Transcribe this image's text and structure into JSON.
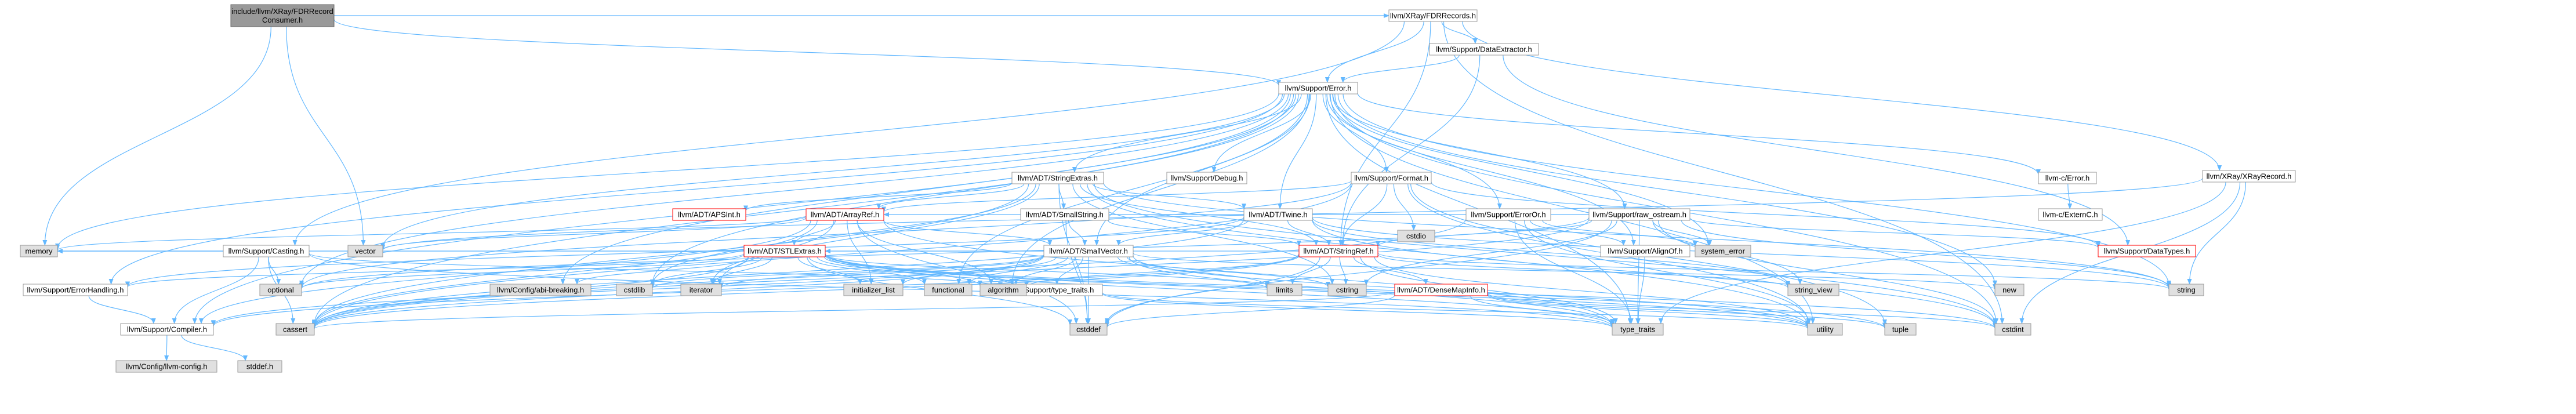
{
  "graph": {
    "title": "",
    "colors": {
      "edge": "#63b8ff",
      "node_border": "#999999",
      "node_fill": "#ffffff",
      "focus_fill": "#999999",
      "focus_border": "#666666",
      "external_fill": "#e0e0e0",
      "truncated_border": "#ff0000",
      "text": "#000000"
    },
    "nodes": [
      {
        "id": "consumer",
        "label": "include/llvm/XRay/FDRRecord\nConsumer.h",
        "style": "focus"
      },
      {
        "id": "fdrrecords",
        "label": "llvm/XRay/FDRRecords.h",
        "style": "normal"
      },
      {
        "id": "dataextractor",
        "label": "llvm/Support/DataExtractor.h",
        "style": "normal"
      },
      {
        "id": "xrayrecord",
        "label": "llvm/XRay/XRayRecord.h",
        "style": "normal"
      },
      {
        "id": "error",
        "label": "llvm/Support/Error.h",
        "style": "normal"
      },
      {
        "id": "stringextras",
        "label": "llvm/ADT/StringExtras.h",
        "style": "normal"
      },
      {
        "id": "debug",
        "label": "llvm/Support/Debug.h",
        "style": "normal"
      },
      {
        "id": "format",
        "label": "llvm/Support/Format.h",
        "style": "normal"
      },
      {
        "id": "cerror",
        "label": "llvm-c/Error.h",
        "style": "normal"
      },
      {
        "id": "cexternc",
        "label": "llvm-c/ExternC.h",
        "style": "normal"
      },
      {
        "id": "apsint",
        "label": "llvm/ADT/APSInt.h",
        "style": "truncated"
      },
      {
        "id": "arrayref",
        "label": "llvm/ADT/ArrayRef.h",
        "style": "truncated"
      },
      {
        "id": "smallstring",
        "label": "llvm/ADT/SmallString.h",
        "style": "normal"
      },
      {
        "id": "twine",
        "label": "llvm/ADT/Twine.h",
        "style": "normal"
      },
      {
        "id": "erroror",
        "label": "llvm/Support/ErrorOr.h",
        "style": "normal"
      },
      {
        "id": "rawostream",
        "label": "llvm/Support/raw_ostream.h",
        "style": "normal"
      },
      {
        "id": "casting",
        "label": "llvm/Support/Casting.h",
        "style": "normal"
      },
      {
        "id": "stlextras",
        "label": "llvm/ADT/STLExtras.h",
        "style": "truncated"
      },
      {
        "id": "smallvector",
        "label": "llvm/ADT/SmallVector.h",
        "style": "normal"
      },
      {
        "id": "stringref",
        "label": "llvm/ADT/StringRef.h",
        "style": "truncated"
      },
      {
        "id": "alignof",
        "label": "llvm/Support/AlignOf.h",
        "style": "normal"
      },
      {
        "id": "datatypes",
        "label": "llvm/Support/DataTypes.h",
        "style": "truncated"
      },
      {
        "id": "errorhandling",
        "label": "llvm/Support/ErrorHandling.h",
        "style": "normal"
      },
      {
        "id": "abibreaking",
        "label": "llvm/Config/abi-breaking.h",
        "style": "external"
      },
      {
        "id": "typetraits",
        "label": "llvm/Support/type_traits.h",
        "style": "normal"
      },
      {
        "id": "densemapinfo",
        "label": "llvm/ADT/DenseMapInfo.h",
        "style": "truncated"
      },
      {
        "id": "compiler",
        "label": "llvm/Support/Compiler.h",
        "style": "normal"
      },
      {
        "id": "llvmconfig",
        "label": "llvm/Config/llvm-config.h",
        "style": "external"
      },
      {
        "id": "stddefh",
        "label": "stddef.h",
        "style": "external"
      },
      {
        "id": "cstdio",
        "label": "cstdio",
        "style": "external"
      },
      {
        "id": "vector",
        "label": "vector",
        "style": "external"
      },
      {
        "id": "memory",
        "label": "memory",
        "style": "external"
      },
      {
        "id": "optional",
        "label": "optional",
        "style": "external"
      },
      {
        "id": "cstdlib",
        "label": "cstdlib",
        "style": "external"
      },
      {
        "id": "iterator",
        "label": "iterator",
        "style": "external"
      },
      {
        "id": "initializer_list",
        "label": "initializer_list",
        "style": "external"
      },
      {
        "id": "functional",
        "label": "functional",
        "style": "external"
      },
      {
        "id": "algorithm",
        "label": "algorithm",
        "style": "external"
      },
      {
        "id": "limits",
        "label": "limits",
        "style": "external"
      },
      {
        "id": "cstring",
        "label": "cstring",
        "style": "external"
      },
      {
        "id": "system_error",
        "label": "system_error",
        "style": "external"
      },
      {
        "id": "string_view",
        "label": "string_view",
        "style": "external"
      },
      {
        "id": "new",
        "label": "new",
        "style": "external"
      },
      {
        "id": "string",
        "label": "string",
        "style": "external"
      },
      {
        "id": "cassert",
        "label": "cassert",
        "style": "external"
      },
      {
        "id": "cstddef",
        "label": "cstddef",
        "style": "external"
      },
      {
        "id": "type_traits",
        "label": "type_traits",
        "style": "external"
      },
      {
        "id": "utility",
        "label": "utility",
        "style": "external"
      },
      {
        "id": "tuple",
        "label": "tuple",
        "style": "external"
      },
      {
        "id": "cstdint",
        "label": "cstdint",
        "style": "external"
      }
    ],
    "edges": [
      [
        "consumer",
        "fdrrecords"
      ],
      [
        "consumer",
        "error"
      ],
      [
        "consumer",
        "memory"
      ],
      [
        "consumer",
        "vector"
      ],
      [
        "fdrrecords",
        "dataextractor"
      ],
      [
        "fdrrecords",
        "error"
      ],
      [
        "fdrrecords",
        "xrayrecord"
      ],
      [
        "fdrrecords",
        "stringref"
      ],
      [
        "fdrrecords",
        "casting"
      ],
      [
        "fdrrecords",
        "cstdint"
      ],
      [
        "dataextractor",
        "error"
      ],
      [
        "dataextractor",
        "stringref"
      ],
      [
        "dataextractor",
        "datatypes"
      ],
      [
        "xrayrecord",
        "cstdint"
      ],
      [
        "xrayrecord",
        "vector"
      ],
      [
        "xrayrecord",
        "string"
      ],
      [
        "xrayrecord",
        "type_traits"
      ],
      [
        "error",
        "stringextras"
      ],
      [
        "error",
        "twine"
      ],
      [
        "error",
        "abibreaking"
      ],
      [
        "error",
        "alignof"
      ],
      [
        "error",
        "compiler"
      ],
      [
        "error",
        "debug"
      ],
      [
        "error",
        "errorhandling"
      ],
      [
        "error",
        "erroror"
      ],
      [
        "error",
        "format"
      ],
      [
        "error",
        "rawostream"
      ],
      [
        "error",
        "cerror"
      ],
      [
        "error",
        "smallvector"
      ],
      [
        "error",
        "algorithm"
      ],
      [
        "error",
        "cassert"
      ],
      [
        "error",
        "cstdint"
      ],
      [
        "error",
        "cstdlib"
      ],
      [
        "error",
        "functional"
      ],
      [
        "error",
        "memory"
      ],
      [
        "error",
        "new"
      ],
      [
        "error",
        "optional"
      ],
      [
        "error",
        "string"
      ],
      [
        "error",
        "system_error"
      ],
      [
        "error",
        "type_traits"
      ],
      [
        "error",
        "utility"
      ],
      [
        "error",
        "vector"
      ],
      [
        "stringextras",
        "apsint"
      ],
      [
        "stringextras",
        "arrayref"
      ],
      [
        "stringextras",
        "smallstring"
      ],
      [
        "stringextras",
        "stringref"
      ],
      [
        "stringextras",
        "twine"
      ],
      [
        "stringextras",
        "cassert"
      ],
      [
        "stringextras",
        "cstddef"
      ],
      [
        "stringextras",
        "cstdint"
      ],
      [
        "stringextras",
        "cstdlib"
      ],
      [
        "stringextras",
        "cstring"
      ],
      [
        "stringextras",
        "iterator"
      ],
      [
        "stringextras",
        "string"
      ],
      [
        "stringextras",
        "utility"
      ],
      [
        "cerror",
        "cexternc"
      ],
      [
        "format",
        "arrayref"
      ],
      [
        "format",
        "stringref"
      ],
      [
        "format",
        "datatypes"
      ],
      [
        "format",
        "cassert"
      ],
      [
        "format",
        "cstdio"
      ],
      [
        "format",
        "optional"
      ],
      [
        "format",
        "tuple"
      ],
      [
        "format",
        "utility"
      ],
      [
        "arrayref",
        "stlextras"
      ],
      [
        "arrayref",
        "smallvector"
      ],
      [
        "arrayref",
        "compiler"
      ],
      [
        "arrayref",
        "algorithm"
      ],
      [
        "arrayref",
        "array"
      ],
      [
        "arrayref",
        "cassert"
      ],
      [
        "arrayref",
        "cstddef"
      ],
      [
        "arrayref",
        "initializer_list"
      ],
      [
        "arrayref",
        "iterator"
      ],
      [
        "arrayref",
        "memory"
      ],
      [
        "arrayref",
        "type_traits"
      ],
      [
        "arrayref",
        "vector"
      ],
      [
        "smallstring",
        "smallvector"
      ],
      [
        "smallstring",
        "stringref"
      ],
      [
        "smallstring",
        "cstddef"
      ],
      [
        "twine",
        "smallvector"
      ],
      [
        "twine",
        "stringref"
      ],
      [
        "twine",
        "errorhandling"
      ],
      [
        "twine",
        "cassert"
      ],
      [
        "twine",
        "cstdint"
      ],
      [
        "twine",
        "string"
      ],
      [
        "twine",
        "string_view"
      ],
      [
        "erroror",
        "alignof"
      ],
      [
        "erroror",
        "cassert"
      ],
      [
        "erroror",
        "system_error"
      ],
      [
        "erroror",
        "type_traits"
      ],
      [
        "erroror",
        "utility"
      ],
      [
        "rawostream",
        "arrayref"
      ],
      [
        "rawostream",
        "stringref"
      ],
      [
        "rawostream",
        "datatypes"
      ],
      [
        "rawostream",
        "cassert"
      ],
      [
        "rawostream",
        "cstddef"
      ],
      [
        "rawostream",
        "cstdint"
      ],
      [
        "rawostream",
        "cstring"
      ],
      [
        "rawostream",
        "optional"
      ],
      [
        "rawostream",
        "string"
      ],
      [
        "rawostream",
        "string_view"
      ],
      [
        "rawostream",
        "system_error"
      ],
      [
        "rawostream",
        "type_traits"
      ],
      [
        "casting",
        "typetraits"
      ],
      [
        "casting",
        "compiler"
      ],
      [
        "casting",
        "cassert"
      ],
      [
        "casting",
        "memory"
      ],
      [
        "casting",
        "optional"
      ],
      [
        "casting",
        "type_traits"
      ],
      [
        "stlextras",
        "abibreaking"
      ],
      [
        "stlextras",
        "typetraits"
      ],
      [
        "stlextras",
        "errorhandling"
      ],
      [
        "stlextras",
        "algorithm"
      ],
      [
        "stlextras",
        "cassert"
      ],
      [
        "stlextras",
        "cstddef"
      ],
      [
        "stlextras",
        "cstdint"
      ],
      [
        "stlextras",
        "cstdlib"
      ],
      [
        "stlextras",
        "functional"
      ],
      [
        "stlextras",
        "initializer_list"
      ],
      [
        "stlextras",
        "iterator"
      ],
      [
        "stlextras",
        "limits"
      ],
      [
        "stlextras",
        "memory"
      ],
      [
        "stlextras",
        "optional"
      ],
      [
        "stlextras",
        "tuple"
      ],
      [
        "stlextras",
        "type_traits"
      ],
      [
        "stlextras",
        "utility"
      ],
      [
        "smallvector",
        "compiler"
      ],
      [
        "smallvector",
        "typetraits"
      ],
      [
        "smallvector",
        "algorithm"
      ],
      [
        "smallvector",
        "cassert"
      ],
      [
        "smallvector",
        "cstddef"
      ],
      [
        "smallvector",
        "cstdlib"
      ],
      [
        "smallvector",
        "cstring"
      ],
      [
        "smallvector",
        "functional"
      ],
      [
        "smallvector",
        "initializer_list"
      ],
      [
        "smallvector",
        "iterator"
      ],
      [
        "smallvector",
        "limits"
      ],
      [
        "smallvector",
        "memory"
      ],
      [
        "smallvector",
        "new"
      ],
      [
        "smallvector",
        "type_traits"
      ],
      [
        "smallvector",
        "utility"
      ],
      [
        "stringref",
        "densemapinfo"
      ],
      [
        "stringref",
        "stlextras"
      ],
      [
        "stringref",
        "compiler"
      ],
      [
        "stringref",
        "algorithm"
      ],
      [
        "stringref",
        "cassert"
      ],
      [
        "stringref",
        "cstddef"
      ],
      [
        "stringref",
        "cstring"
      ],
      [
        "stringref",
        "limits"
      ],
      [
        "stringref",
        "string"
      ],
      [
        "stringref",
        "string_view"
      ],
      [
        "stringref",
        "type_traits"
      ],
      [
        "stringref",
        "utility"
      ],
      [
        "alignof",
        "type_traits"
      ],
      [
        "errorhandling",
        "compiler"
      ],
      [
        "typetraits",
        "type_traits"
      ],
      [
        "typetraits",
        "utility"
      ],
      [
        "densemapinfo",
        "cassert"
      ],
      [
        "densemapinfo",
        "cstddef"
      ],
      [
        "densemapinfo",
        "cstdint"
      ],
      [
        "densemapinfo",
        "tuple"
      ],
      [
        "densemapinfo",
        "type_traits"
      ],
      [
        "densemapinfo",
        "utility"
      ],
      [
        "compiler",
        "llvmconfig"
      ],
      [
        "compiler",
        "stddefh"
      ]
    ]
  }
}
